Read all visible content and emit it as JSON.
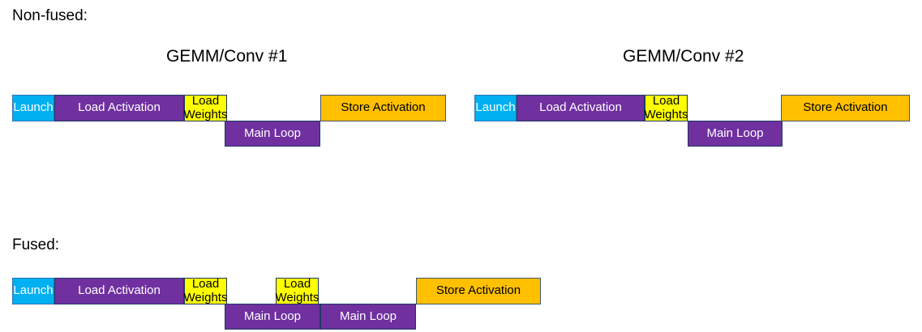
{
  "sections": {
    "non_fused_label": "Non-fused:",
    "fused_label": "Fused:"
  },
  "colors": {
    "launch_fill": "#00b0f0",
    "purple_fill": "#7030a0",
    "weights_fill": "#ffff00",
    "store_fill": "#ffc000"
  },
  "non_fused": {
    "groups": [
      {
        "title": "GEMM/Conv #1",
        "bars": {
          "launch": "Launch",
          "load_activation": "Load Activation",
          "load_weights": "Load Weights",
          "main_loop": "Main Loop",
          "store_activation": "Store Activation"
        }
      },
      {
        "title": "GEMM/Conv #2",
        "bars": {
          "launch": "Launch",
          "load_activation": "Load Activation",
          "load_weights": "Load Weights",
          "main_loop": "Main Loop",
          "store_activation": "Store Activation"
        }
      }
    ]
  },
  "fused": {
    "bars": {
      "launch": "Launch",
      "load_activation": "Load Activation",
      "load_weights_1": "Load Weights",
      "main_loop_1": "Main Loop",
      "load_weights_2": "Load Weights",
      "main_loop_2": "Main Loop",
      "store_activation": "Store Activation"
    }
  }
}
